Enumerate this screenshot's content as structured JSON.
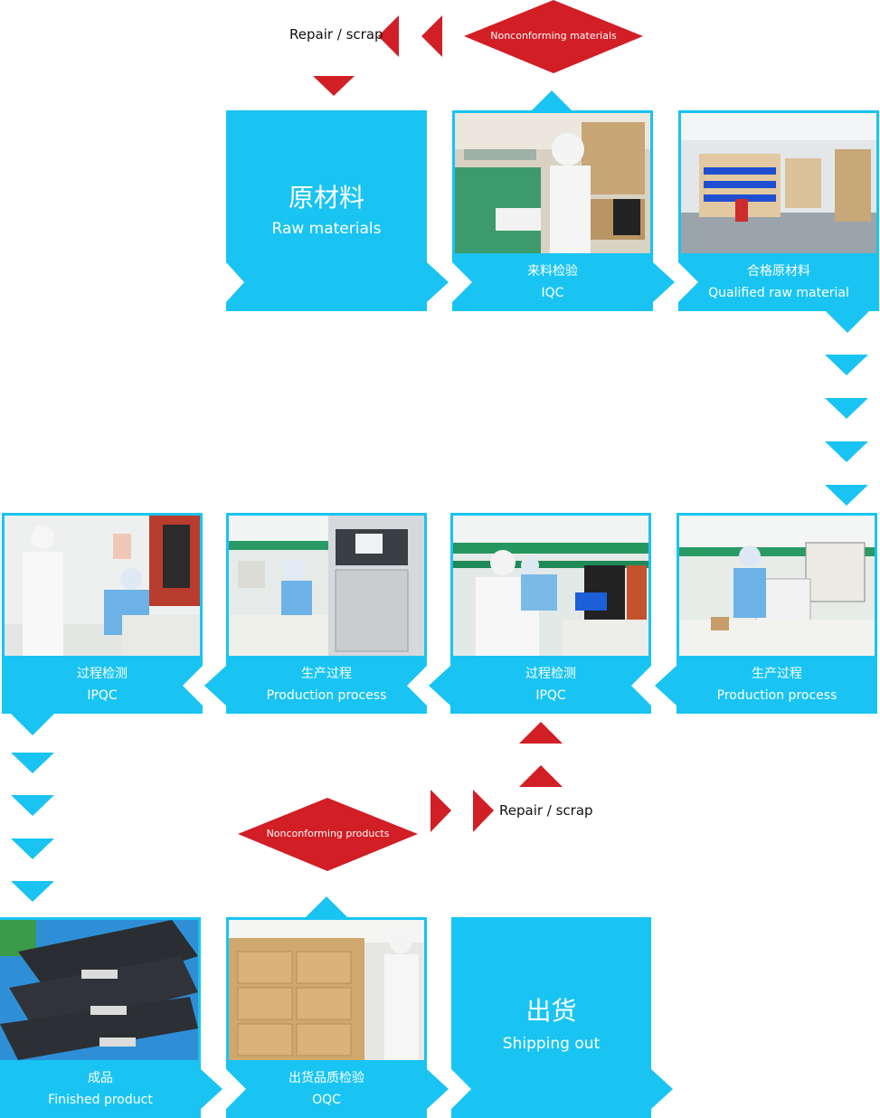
{
  "flow": {
    "nonconforming_materials": "Nonconforming materials",
    "nonconforming_products": "Nonconforming products",
    "repair_scrap_top": "Repair / scrap",
    "repair_scrap_bottom": "Repair / scrap"
  },
  "steps": {
    "raw_materials": {
      "cn": "原材料",
      "en": "Raw materials"
    },
    "iqc": {
      "cn": "来料检验",
      "en": "IQC",
      "photo": "inspector-checking-incoming-material-photo"
    },
    "qualified": {
      "cn": "合格原材料",
      "en": "Qualified raw material",
      "photo": "warehouse-shelves-photo"
    },
    "production_right": {
      "cn": "生产过程",
      "en": "Production process",
      "photo": "operator-at-test-chamber-photo"
    },
    "ipqc_mid": {
      "cn": "过程检测",
      "en": "IPQC",
      "photo": "workers-at-computer-station-photo"
    },
    "production_mid": {
      "cn": "生产过程",
      "en": "Production process",
      "photo": "operator-at-automated-machine-photo"
    },
    "ipqc_left": {
      "cn": "过程检测",
      "en": "IPQC",
      "photo": "supervisor-and-operator-photo"
    },
    "finished": {
      "cn": "成品",
      "en": "Finished product",
      "photo": "battery-packs-in-crates-photo"
    },
    "oqc": {
      "cn": "出货品质检验",
      "en": "OQC",
      "photo": "worker-with-packed-boxes-photo"
    },
    "shipping": {
      "cn": "出货",
      "en": "Shipping out"
    }
  },
  "colors": {
    "accent": "#19c4f2",
    "reject": "#d21e25",
    "text": "#111111"
  }
}
